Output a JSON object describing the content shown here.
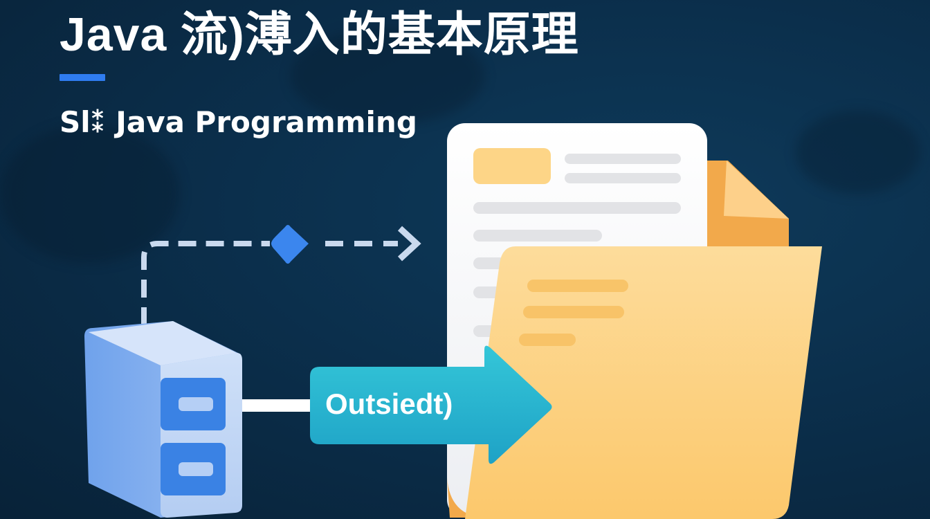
{
  "header": {
    "title": "Java 流)溥入的基本原理",
    "subtitle": "Sl⁑ Java Programming"
  },
  "diagram": {
    "arrow_label": "Outsiedt)",
    "nodes": [
      {
        "id": "file-cabinet",
        "icon": "file-cabinet-icon"
      },
      {
        "id": "document",
        "icon": "document-icon"
      },
      {
        "id": "folder",
        "icon": "folder-icon"
      }
    ],
    "edges": [
      {
        "from": "file-cabinet",
        "to": "document",
        "style": "dashed",
        "marker": "blue-diamond-arrow"
      },
      {
        "from": "file-cabinet",
        "to": "folder",
        "style": "solid",
        "label": "Outsiedt)"
      }
    ]
  },
  "colors": {
    "background": "#0b2f4c",
    "accent_blue": "#2f7cf0",
    "teal_arrow": "#2bb6cf",
    "folder_yellow": "#fdd48a",
    "folder_orange": "#f2a94b",
    "cabinet_blue": "#bcd3f5",
    "drawer_blue": "#3a82e4"
  }
}
